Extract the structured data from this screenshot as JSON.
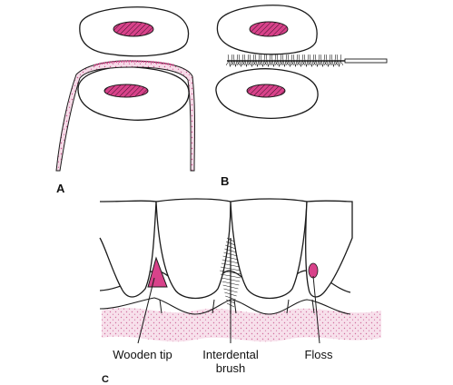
{
  "panels": {
    "a_label": "A",
    "b_label": "B",
    "c_label": "C"
  },
  "callouts": {
    "wooden_tip": "Wooden tip",
    "interdental_brush": "Interdental\nbrush",
    "floss": "Floss"
  },
  "colors": {
    "tissue_pink": "#d8428a",
    "stipple_pink": "#e9a7c4",
    "outline": "#1a1a1a",
    "background": "#ffffff"
  }
}
